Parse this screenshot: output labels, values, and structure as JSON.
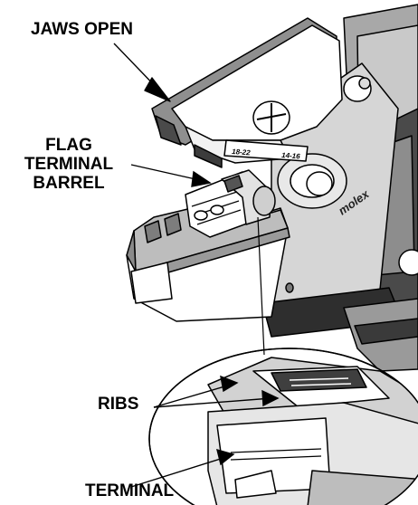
{
  "callouts": {
    "jaws_open": "JAWS OPEN",
    "flag_terminal_barrel": [
      "FLAG",
      "TERMINAL",
      "BARREL"
    ],
    "ribs": "RIBS",
    "terminal": "TERMINAL"
  },
  "die_markings": {
    "left": "18-22",
    "right": "14-16"
  },
  "brand_logo": "molex",
  "colors": {
    "ink": "#000000",
    "light_metal": "#ffffff",
    "mid_metal": "#c8c8c8",
    "dark_metal": "#8a8a8a",
    "shadow": "#3a3a3a"
  }
}
